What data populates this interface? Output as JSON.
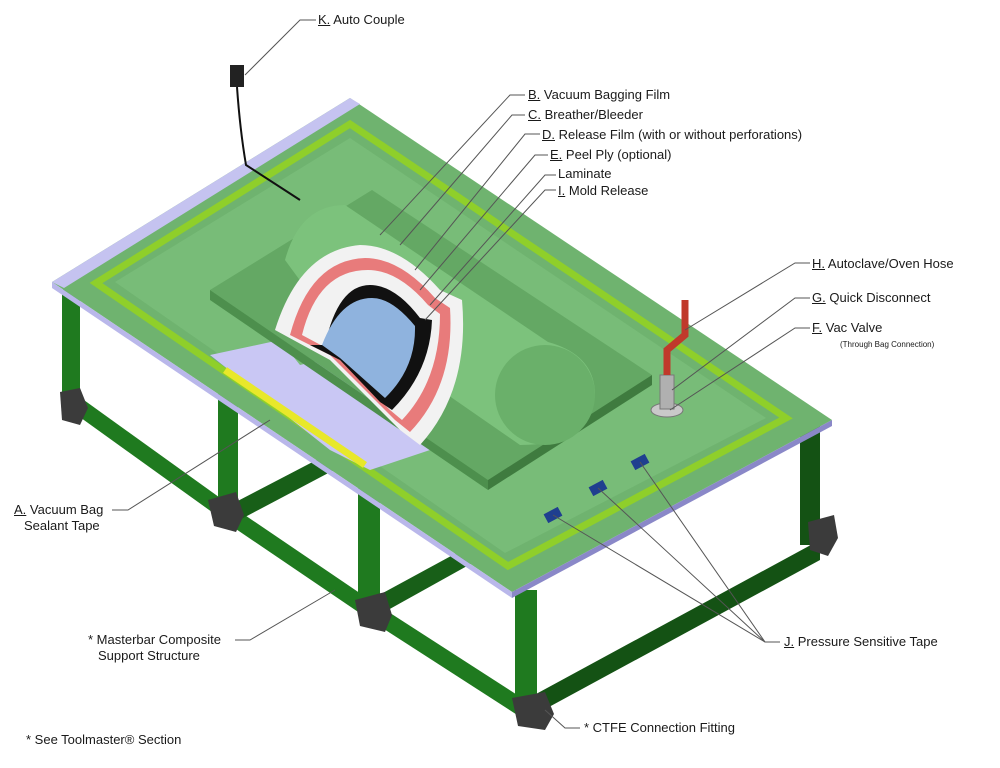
{
  "labels": {
    "k": {
      "letter": "K.",
      "text": "Auto Couple"
    },
    "b": {
      "letter": "B.",
      "text": "Vacuum Bagging Film"
    },
    "c": {
      "letter": "C.",
      "text": "Breather/Bleeder"
    },
    "d": {
      "letter": "D.",
      "text": "Release Film (with or without perforations)"
    },
    "e": {
      "letter": "E.",
      "text": "Peel Ply (optional)"
    },
    "laminate": {
      "text": "Laminate"
    },
    "i": {
      "letter": "I.",
      "text": "Mold Release"
    },
    "h": {
      "letter": "H.",
      "text": "Autoclave/Oven Hose"
    },
    "g": {
      "letter": "G.",
      "text": "Quick Disconnect"
    },
    "f": {
      "letter": "F.",
      "text": "Vac Valve",
      "note": "(Through Bag Connection)"
    },
    "a": {
      "letter": "A.",
      "text": "Vacuum Bag",
      "text2": "Sealant Tape"
    },
    "masterbar": {
      "text": "* Masterbar Composite",
      "text2": "Support Structure"
    },
    "j": {
      "letter": "J.",
      "text": "Pressure Sensitive Tape"
    },
    "ctfe": {
      "text": "* CTFE Connection Fitting"
    },
    "footnote": {
      "text": "* See Toolmaster® Section"
    }
  },
  "colors": {
    "frame": "#1f7a1f",
    "frame_dark": "#145214",
    "plate": "#6fb36f",
    "film_edge": "#b9b7ea",
    "tape": "#8fcf2a",
    "sealant": "#e8e82a",
    "bag": "#79bd79",
    "mold": "#5a9e5a",
    "breather": "#f2f2f2",
    "release": "#e87b7b",
    "laminate": "#111111",
    "mold_release": "#8fb3de",
    "foot": "#3b3b3b",
    "hose": "#c0392b",
    "tape_j": "#1f3f8f"
  }
}
